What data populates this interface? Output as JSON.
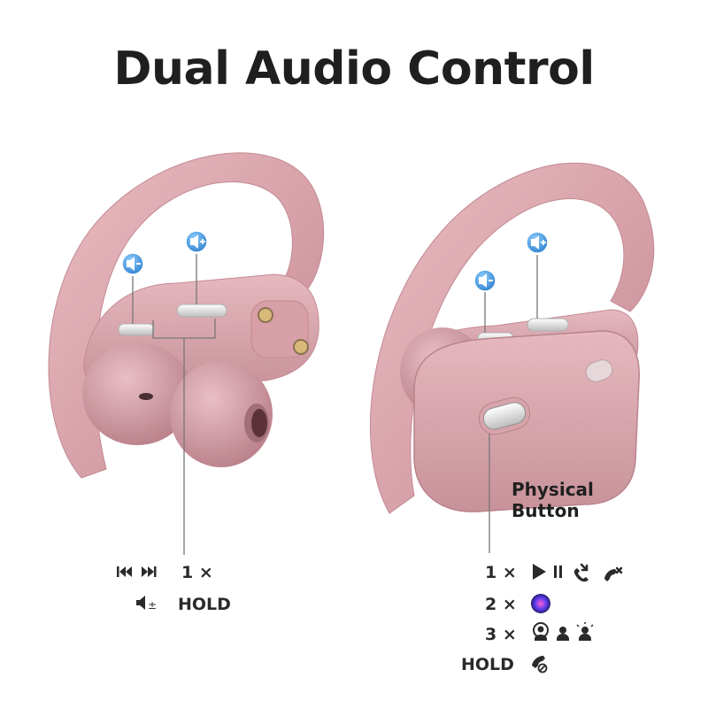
{
  "title": "Dual Audio Control",
  "colors": {
    "earbud": "#d9a6ad",
    "earbud_dark": "#b9848c",
    "icon_blue": "#3b8fd9",
    "text": "#1f1f1f"
  },
  "right_earbud": {
    "button_label_line1": "Physical",
    "button_label_line2": "Button"
  },
  "left_controls": [
    {
      "label": "1 ×",
      "icons": [
        "previous-track-icon",
        "next-track-icon"
      ]
    },
    {
      "label": "HOLD",
      "icons": [
        "volume-adjust-icon"
      ]
    }
  ],
  "right_controls": [
    {
      "label": "1 ×",
      "icons": [
        "play-pause-icon",
        "answer-call-icon",
        "end-call-icon"
      ]
    },
    {
      "label": "2 ×",
      "icons": [
        "voice-assistant-icon"
      ]
    },
    {
      "label": "3 ×",
      "icons": [
        "ambient-mode-icon",
        "normal-mode-icon",
        "transparency-mode-icon"
      ]
    },
    {
      "label": "HOLD",
      "icons": [
        "reject-call-icon"
      ]
    }
  ]
}
